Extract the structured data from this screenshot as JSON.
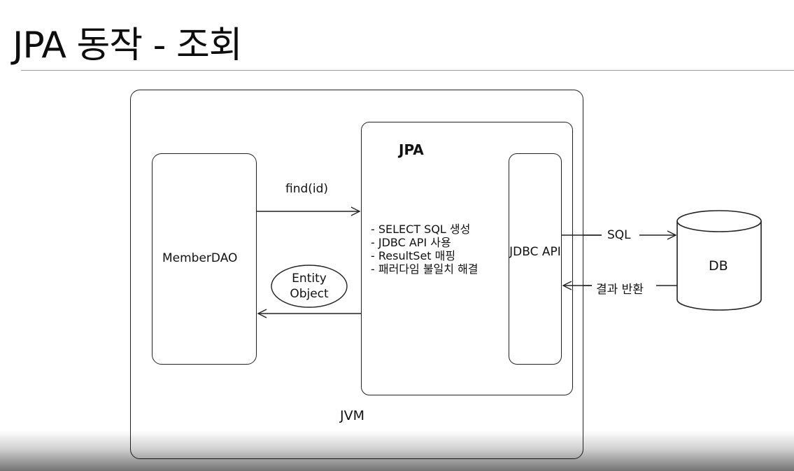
{
  "title": "JPA 동작 - 조회",
  "diagram": {
    "jvm_label": "JVM",
    "member_dao_label": "MemberDAO",
    "jpa_label": "JPA",
    "jdbc_api_label": "JDBC API",
    "db_label": "DB",
    "find_label": "find(id)",
    "entity_object_label": "Entity Object",
    "sql_label": "SQL",
    "result_label": "결과 반환",
    "jpa_operations": [
      "SELECT SQL 생성",
      "JDBC API 사용",
      "ResultSet 매핑",
      "패러다임 불일치 해결"
    ]
  }
}
